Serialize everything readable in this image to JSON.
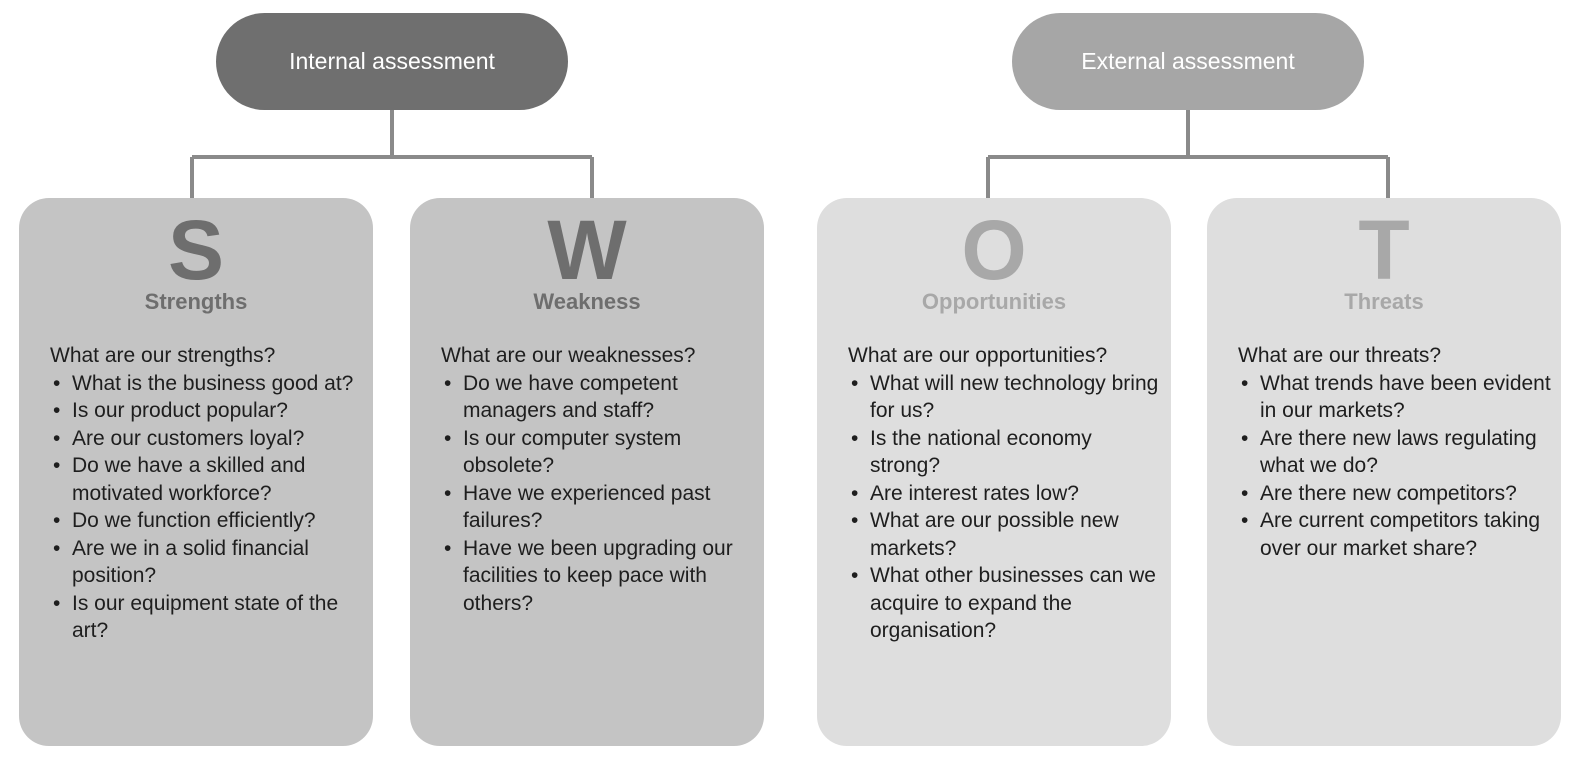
{
  "groups": {
    "internal": {
      "label": "Internal assessment"
    },
    "external": {
      "label": "External assessment"
    }
  },
  "colors": {
    "internal_pill": "#6f6f6f",
    "external_pill": "#a6a6a6",
    "internal_card": "#c4c4c4",
    "external_card": "#dedede",
    "connector": "#8a8a8a"
  },
  "cards": {
    "strengths": {
      "letter": "S",
      "title": "Strengths",
      "question": "What are our strengths?",
      "items": [
        "What is the business good at?",
        "Is our product popular?",
        "Are our customers loyal?",
        "Do we have a skilled and motivated workforce?",
        "Do we function efficiently?",
        "Are we in a solid financial position?",
        "Is our equipment state of the art?"
      ]
    },
    "weakness": {
      "letter": "W",
      "title": "Weakness",
      "question": "What are our weaknesses?",
      "items": [
        "Do we have competent managers and staff?",
        "Is our computer system obsolete?",
        "Have we experienced past failures?",
        "Have we been upgrading our facilities to keep pace with others?"
      ]
    },
    "opportunities": {
      "letter": "O",
      "title": "Opportunities",
      "question": "What are our opportunities?",
      "items": [
        "What will new technology bring for us?",
        "Is the national economy strong?",
        "Are interest rates low?",
        "What are our possible new markets?",
        "What other businesses can we acquire to expand the organisation?"
      ]
    },
    "threats": {
      "letter": "T",
      "title": "Threats",
      "question": "What are our threats?",
      "items": [
        "What trends have been evident in our markets?",
        "Are there new laws regulating what we do?",
        "Are there new competitors?",
        "Are current competitors taking over our market share?"
      ]
    }
  }
}
